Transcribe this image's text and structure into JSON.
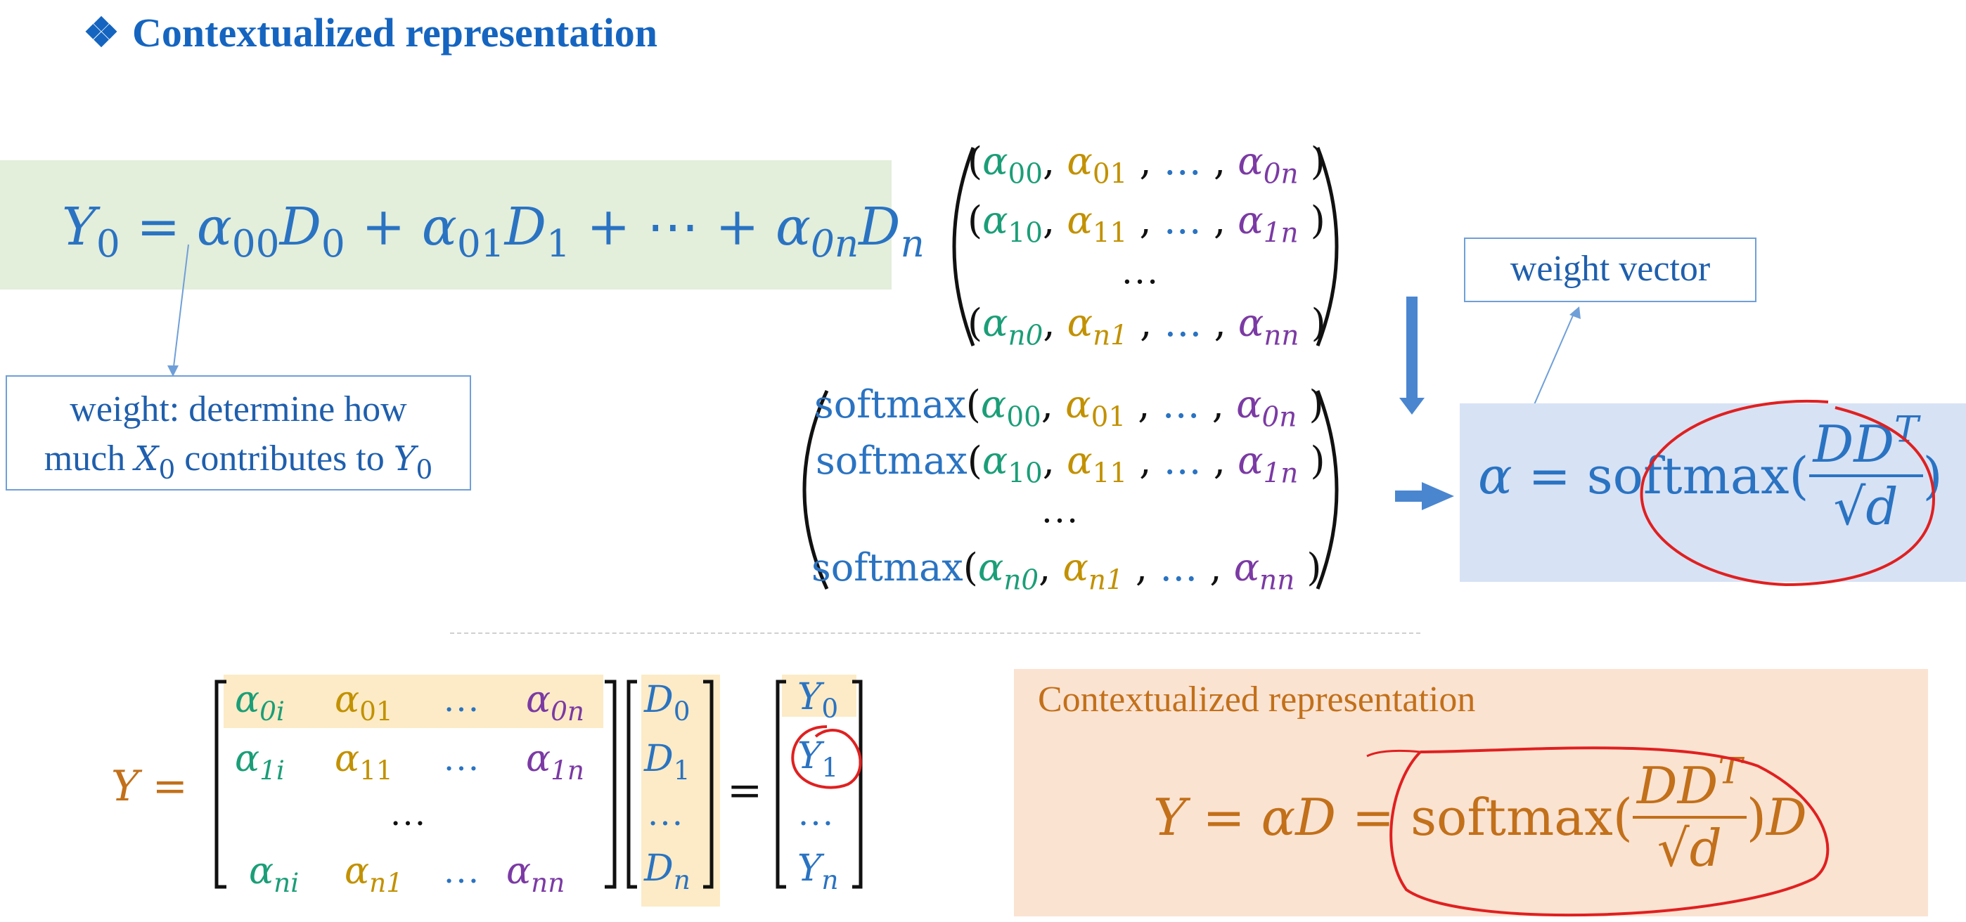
{
  "slide": {
    "title_bullet": "❖",
    "title": "Contextualized representation"
  },
  "callouts": {
    "weight_line1": "weight: determine how",
    "weight_line2_a": "much ",
    "weight_line2_b": " contributes to ",
    "weight_vector": "weight vector"
  },
  "softmax_label": "softmax",
  "ellipsis": "…",
  "context_box": {
    "label": "Contextualized representation"
  },
  "colors": {
    "title": "#1565c0",
    "green_band": "#e3eedb",
    "blue_band": "#d7e2f5",
    "orange_box": "#fbe3d2",
    "highlight": "#fcebc6",
    "annotation_red": "#e02020",
    "arrow_blue": "#4a86d0"
  }
}
